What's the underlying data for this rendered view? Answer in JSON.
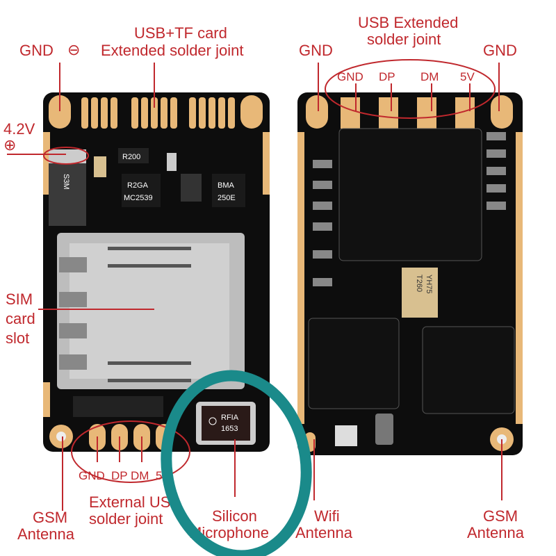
{
  "labels": {
    "left_gnd": "GND",
    "minus_symbol": "⊖",
    "usb_tf_1": "USB+TF card",
    "usb_tf_2": "Extended solder joint",
    "v42": "4.2V",
    "plus_symbol": "⊕",
    "sim_1": "SIM",
    "sim_2": "card",
    "sim_3": "slot",
    "ext_pins": [
      "GND",
      "DP",
      "DM",
      "5V"
    ],
    "ext_usb_1": "External USB",
    "ext_usb_2": "solder joint",
    "gsm_left_1": "GSM",
    "gsm_left_2": "Antenna",
    "mic_1": "Silicon",
    "mic_2": "Microphone",
    "wifi_1": "Wifi",
    "wifi_2": "Antenna",
    "gsm_right_1": "GSM",
    "gsm_right_2": "Antenna",
    "usb_ext_1": "USB Extended",
    "usb_ext_2": "solder joint",
    "right_gnd_left": "GND",
    "right_gnd_right": "GND",
    "usb_pins": [
      "GND",
      "DP",
      "DM",
      "5V"
    ]
  },
  "components": {
    "diode": "S3M",
    "resistor": "R200",
    "ic1_1": "R2GA",
    "ic1_2": "MC2539",
    "ic2_1": "BMA",
    "ic2_2": "250E",
    "mic_1": "RFIA",
    "mic_2": "1653",
    "crystal_1": "T260",
    "crystal_2": "YH75"
  },
  "colors": {
    "label": "#c0282d",
    "highlight": "#1a8a8a",
    "pad": "#e8b878",
    "board": "#0d0d0d"
  }
}
